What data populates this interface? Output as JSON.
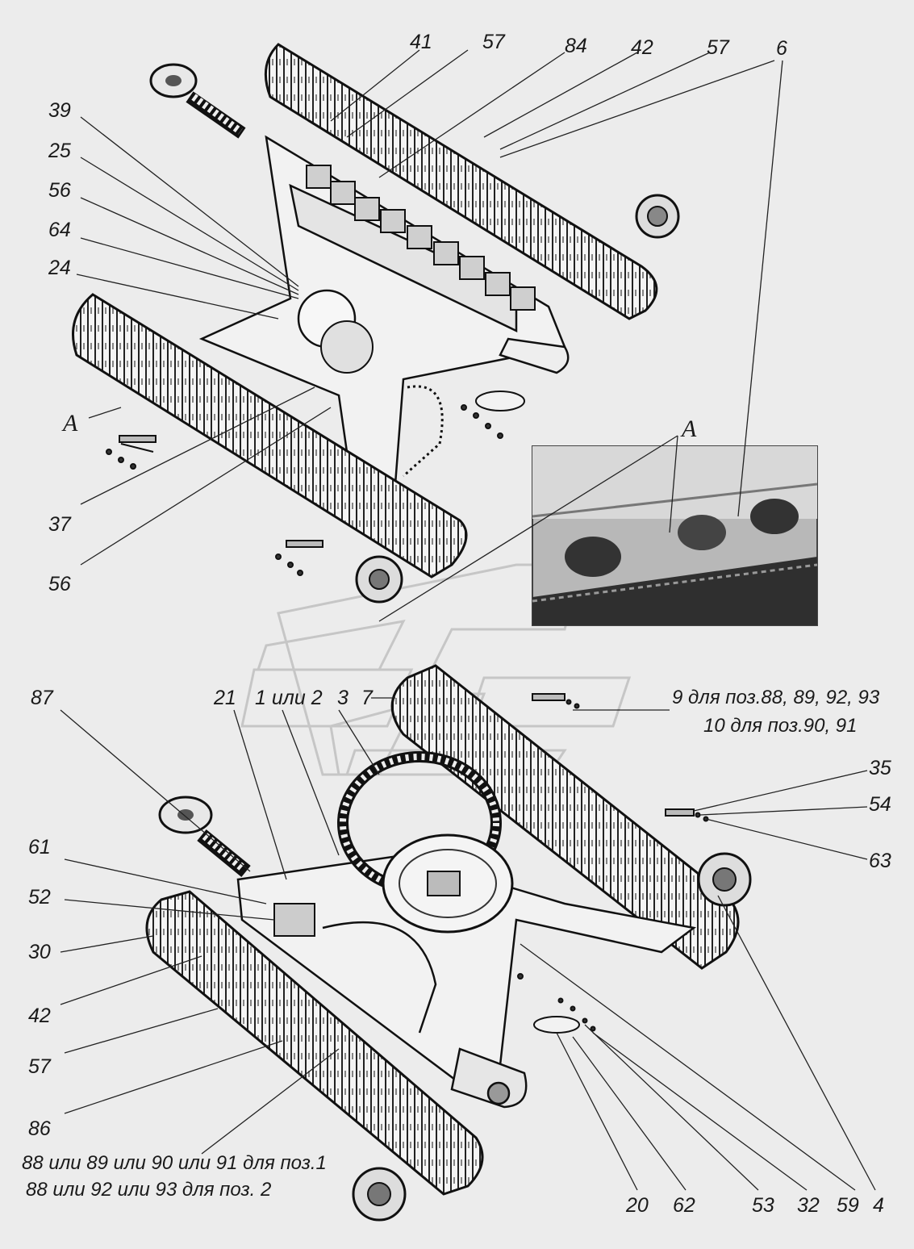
{
  "labels_top": [
    "41",
    "57",
    "84",
    "42",
    "57",
    "6",
    "39",
    "25",
    "56",
    "64",
    "24",
    "A",
    "37",
    "56",
    "A"
  ],
  "labels_bottom": [
    "87",
    "21",
    "1 или 2",
    "3",
    "7",
    "9 для поз.88, 89, 92, 93",
    "10 для поз.90, 91",
    "35",
    "54",
    "63",
    "61",
    "52",
    "30",
    "42",
    "57",
    "86",
    "88 или 89 или 90 или 91 для поз.1",
    "88 или 92 или 93 для поз. 2",
    "20",
    "62",
    "53",
    "32",
    "59",
    "4"
  ]
}
